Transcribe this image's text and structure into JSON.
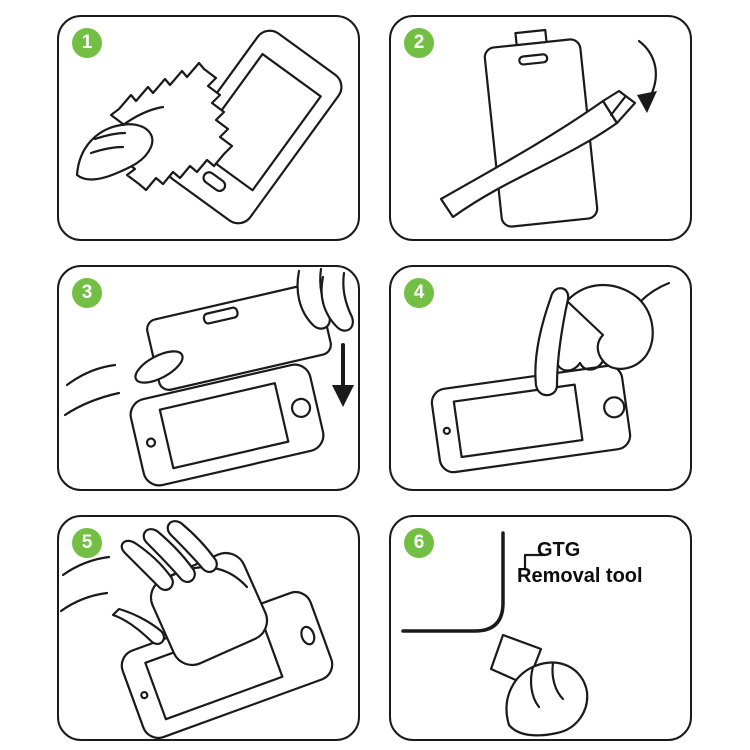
{
  "colors": {
    "badge_green": "#72BF44",
    "line_color": "#1A1A1A",
    "background": "#FFFFFF"
  },
  "steps": [
    {
      "number": "1"
    },
    {
      "number": "2"
    },
    {
      "number": "3"
    },
    {
      "number": "4"
    },
    {
      "number": "5"
    },
    {
      "number": "6",
      "label_line1": "GTG",
      "label_line2": "Removal tool"
    }
  ]
}
